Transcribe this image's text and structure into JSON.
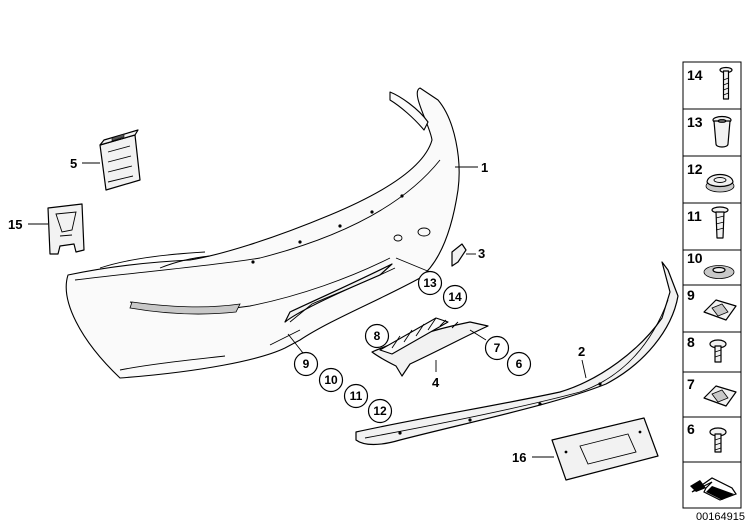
{
  "callouts": {
    "c1": "1",
    "c2": "2",
    "c3": "3",
    "c4": "4",
    "c5": "5",
    "c15": "15",
    "c16": "16"
  },
  "circled": {
    "r13": "13",
    "r14": "14",
    "r8": "8",
    "r7": "7",
    "r6": "6",
    "r9": "9",
    "r10": "10",
    "r11": "11",
    "r12": "12"
  },
  "side_panel": {
    "items": [
      "14",
      "13",
      "12",
      "11",
      "10",
      "9",
      "8",
      "7",
      "6"
    ]
  },
  "footer": {
    "diagram_id": "00164915"
  }
}
